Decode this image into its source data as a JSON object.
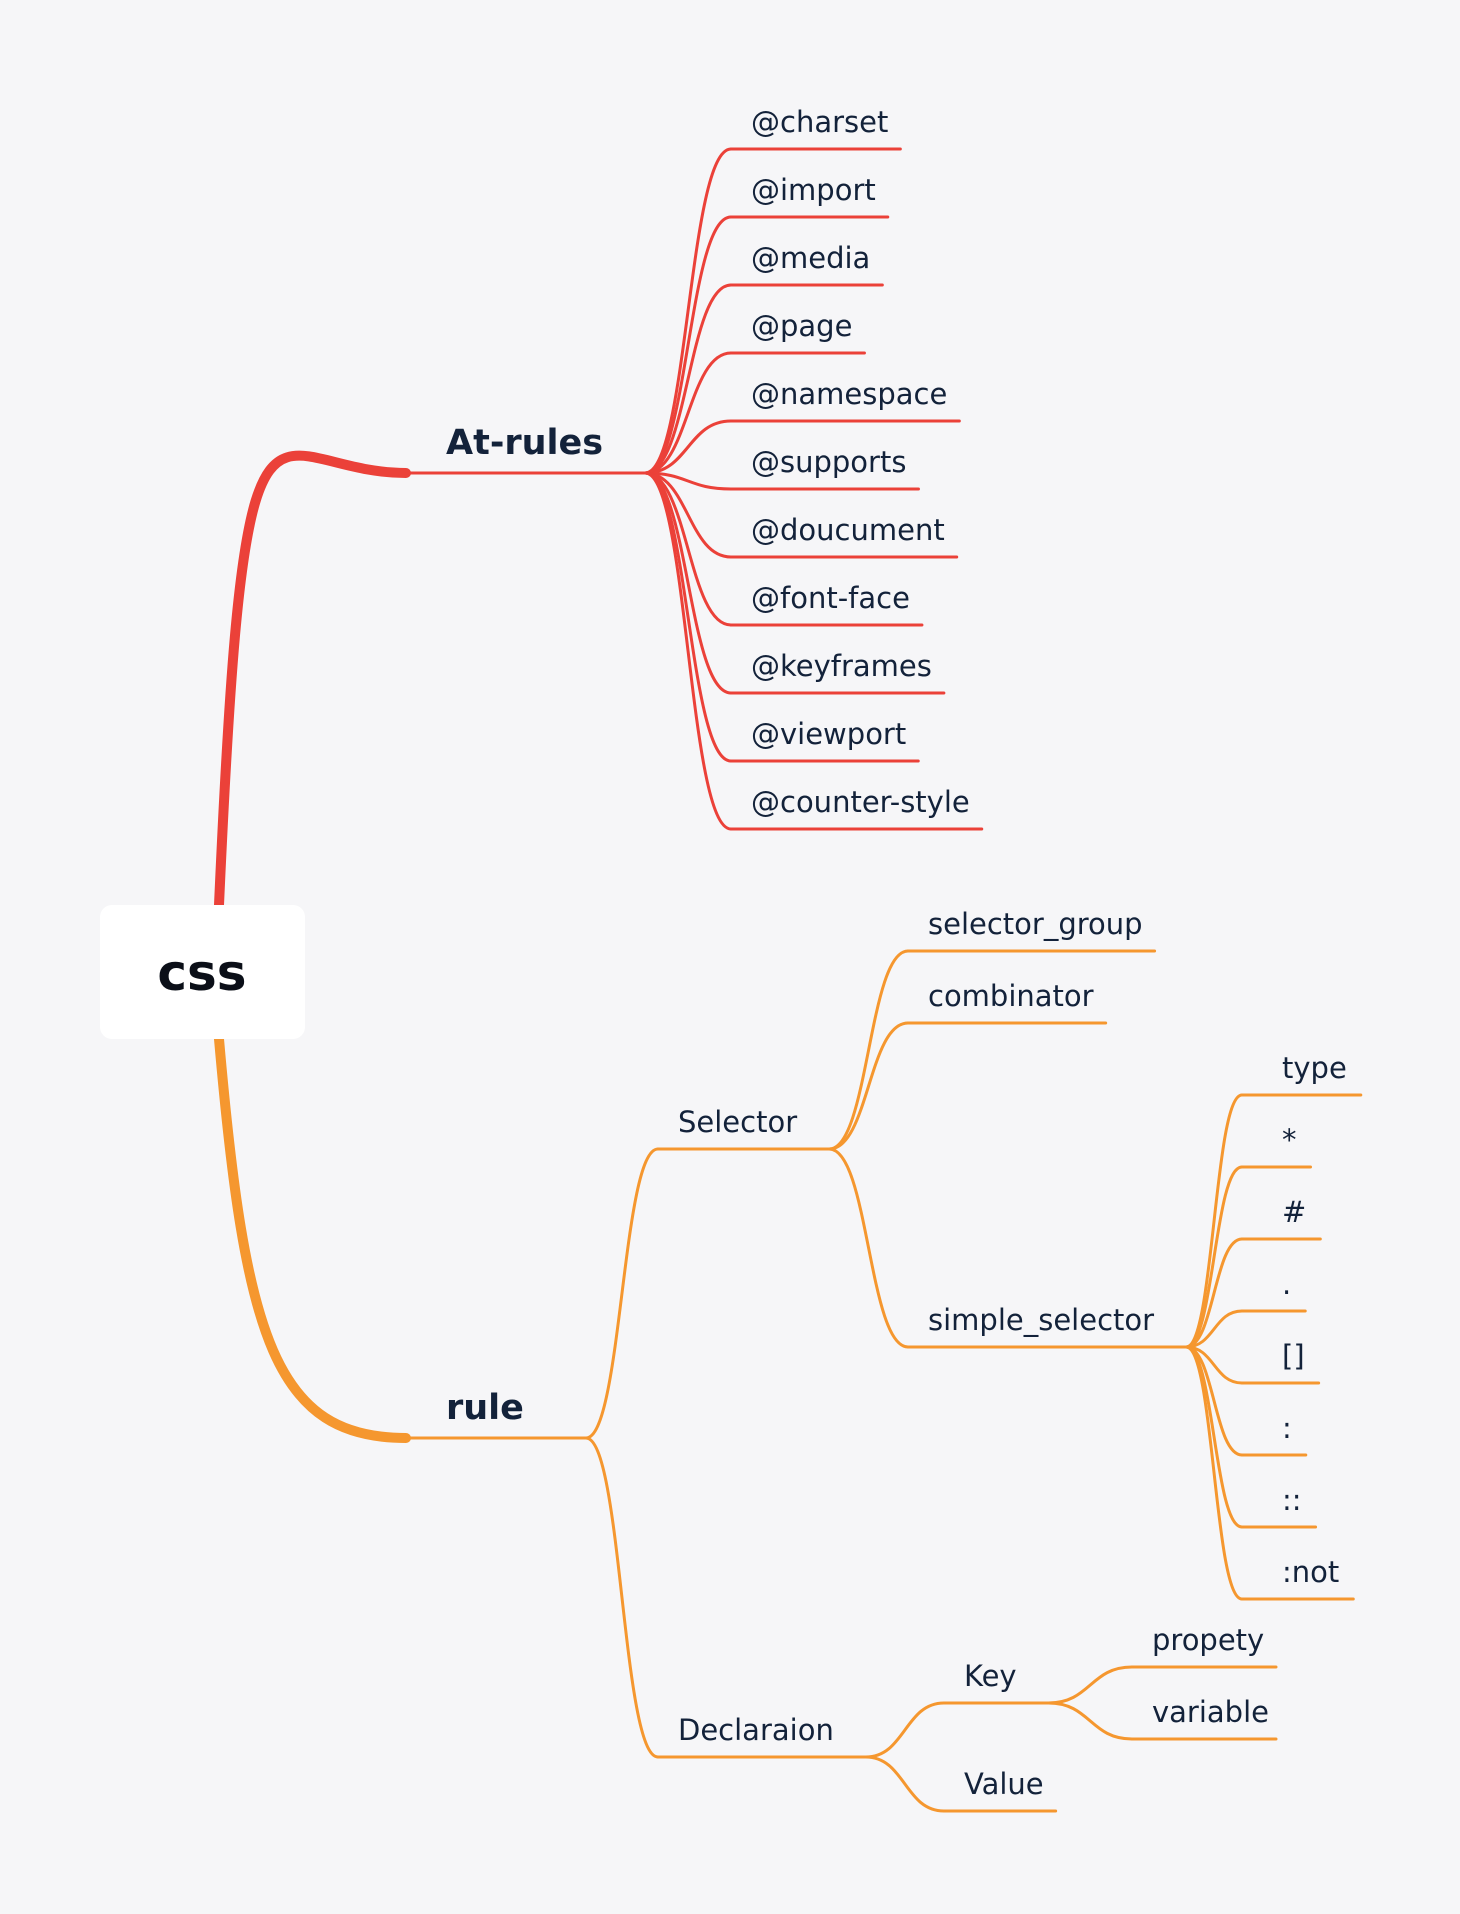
{
  "root": {
    "label": "css"
  },
  "colors": {
    "background": "#f6f6f8",
    "at_rules_branch": "#eb4139",
    "rule_branch": "#f5972f",
    "text": "#13223a",
    "root_box": "#ffffff"
  },
  "at_rules": {
    "label": "At-rules",
    "items": [
      "@charset",
      "@import",
      "@media",
      "@page",
      "@namespace",
      "@supports",
      "@doucument",
      "@font-face",
      "@keyframes",
      "@viewport",
      "@counter-style"
    ]
  },
  "rule": {
    "label": "rule",
    "selector": {
      "label": "Selector",
      "selector_group": "selector_group",
      "combinator": "combinator",
      "simple_selector": {
        "label": "simple_selector",
        "items": [
          "type",
          "*",
          "#",
          ".",
          "[]",
          ":",
          "::",
          ":not"
        ]
      }
    },
    "declaration": {
      "label": "Declaraion",
      "key": {
        "label": "Key",
        "items": [
          "propety",
          "variable"
        ]
      },
      "value": "Value"
    }
  }
}
